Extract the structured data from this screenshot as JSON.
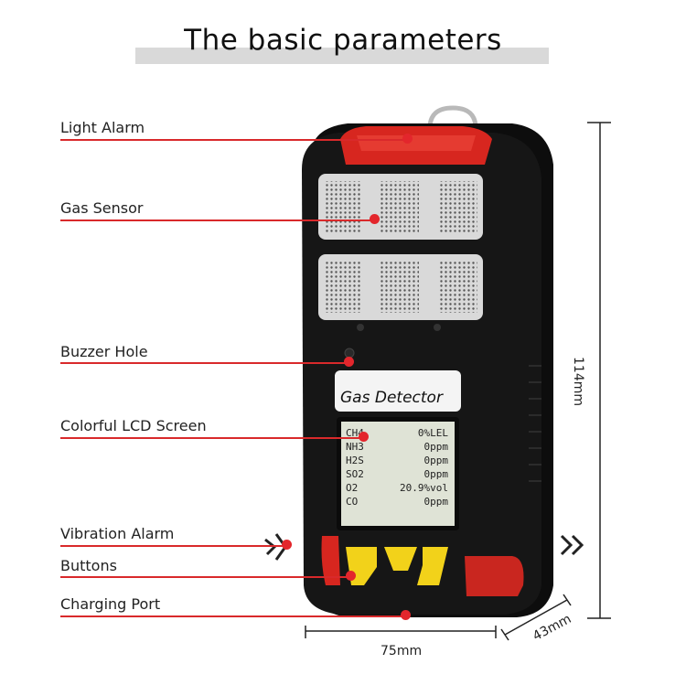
{
  "title": "The basic parameters",
  "labels": {
    "light_alarm": "Light Alarm",
    "gas_sensor": "Gas Sensor",
    "buzzer_hole": "Buzzer Hole",
    "lcd_screen": "Colorful LCD Screen",
    "vibration_alarm": "Vibration Alarm",
    "buttons": "Buttons",
    "charging_port": "Charging Port"
  },
  "dimensions": {
    "height": "114mm",
    "width": "75mm",
    "depth": "43mm"
  },
  "device": {
    "brand": "Gas Detector",
    "readings": [
      {
        "gas": "CH4",
        "value": "0%LEL"
      },
      {
        "gas": "NH3",
        "value": "0ppm"
      },
      {
        "gas": "H2S",
        "value": "0ppm"
      },
      {
        "gas": "SO2",
        "value": "0ppm"
      },
      {
        "gas": "O2",
        "value": "20.9%vol"
      },
      {
        "gas": "CO",
        "value": "0ppm"
      }
    ]
  },
  "colors": {
    "accent_red": "#e3262c",
    "body_black": "#141414",
    "button_yellow": "#f2d21a",
    "lcd_green": "#dfe3d6"
  }
}
